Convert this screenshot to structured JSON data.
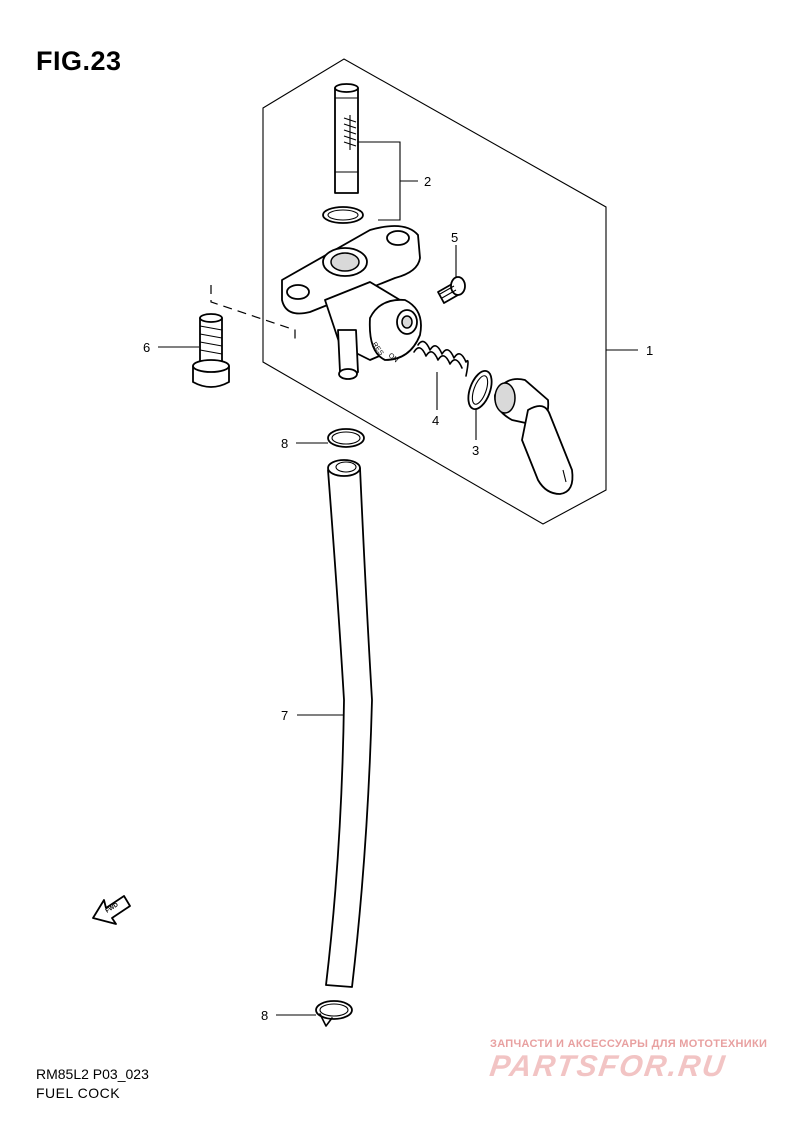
{
  "figure": {
    "title": "FIG.23",
    "code": "RM85L2 P03_023",
    "caption": "FUEL COCK"
  },
  "callouts": {
    "c1": "1",
    "c2": "2",
    "c3": "3",
    "c4": "4",
    "c5": "5",
    "c6": "6",
    "c7": "7",
    "c8a": "8",
    "c8b": "8"
  },
  "markings": {
    "fwd": "FWD",
    "cock_on": "ON",
    "cock_res": "RES"
  },
  "watermark": {
    "tagline": "ЗАПЧАСТИ И АКСЕССУАРЫ ДЛЯ МОТОТЕХНИКИ",
    "brand": "PARTSFOR.RU"
  }
}
